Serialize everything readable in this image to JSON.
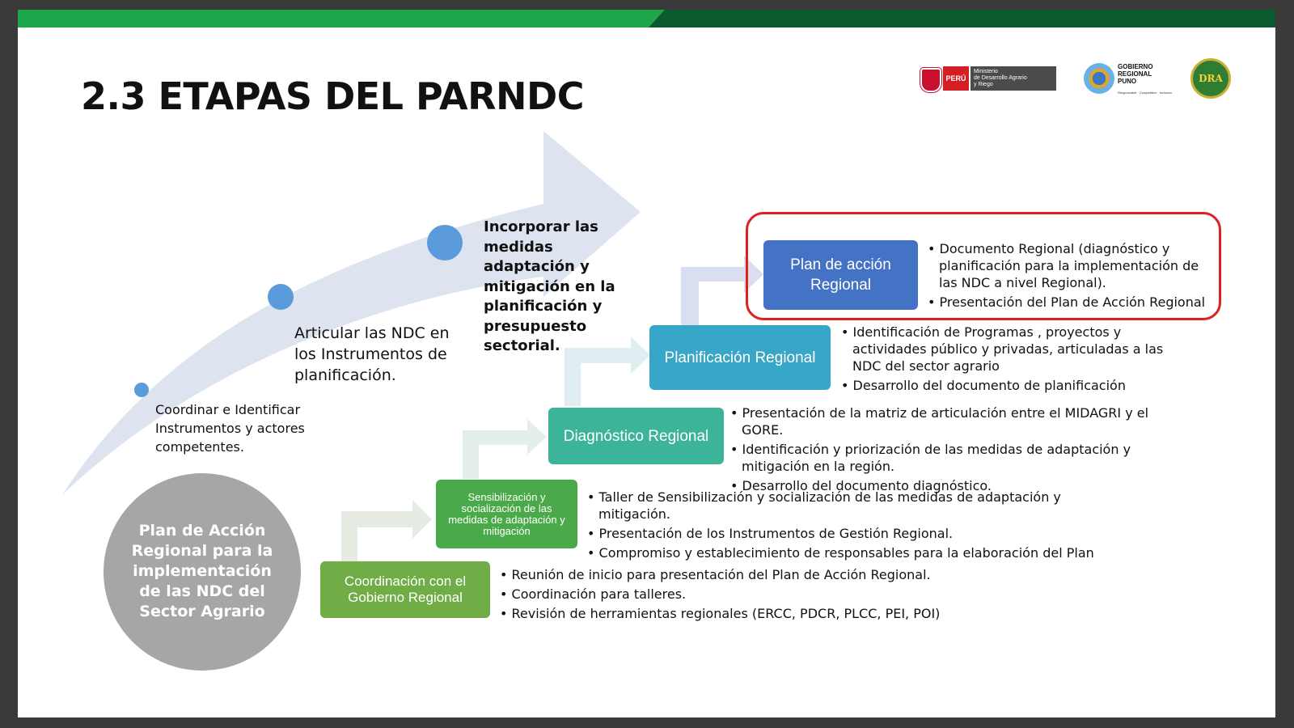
{
  "slide": {
    "title": "2.3 ETAPAS DEL PARNDC"
  },
  "logos": {
    "peru_label": "PERÚ",
    "ministry": "Ministerio\nde Desarrollo Agrario\ny Riego",
    "gore": "GOBIERNO\nREGIONAL\nPUNO",
    "gore_tagline": "Responsable · Competitivo · Inclusivo",
    "dra": "DRA"
  },
  "arrow": {
    "point1": "Coordinar e Identificar Instrumentos y actores competentes.",
    "point2": "Articular las NDC en los Instrumentos de planificación.",
    "point3": "Incorporar las medidas adaptación y mitigación  en la planificación y presupuesto sectorial."
  },
  "circle": {
    "label": "Plan de Acción Regional para la implementación de las NDC del Sector Agrario"
  },
  "stages": [
    {
      "label": "Coordinación con el Gobierno Regional",
      "color": "#70ad47",
      "bullets": [
        "Reunión de inicio para presentación del Plan de Acción Regional.",
        "Coordinación para talleres.",
        "Revisión de herramientas regionales (ERCC, PDCR, PLCC, PEI, POI)"
      ]
    },
    {
      "label": "Sensibilización y socialización de las medidas de adaptación y mitigación",
      "color": "#4aaa4a",
      "bullets": [
        "Taller de Sensibilización y socialización de las medidas de adaptación y mitigación.",
        "Presentación de los Instrumentos de Gestión Regional.",
        "Compromiso y establecimiento de responsables para la elaboración del Plan"
      ]
    },
    {
      "label": "Diagnóstico Regional",
      "color": "#3bb49a",
      "bullets": [
        "Presentación de la matriz de articulación entre el MIDAGRI y el GORE.",
        "Identificación y priorización de las medidas de adaptación y mitigación en la región.",
        "Desarrollo del documento diagnóstico."
      ]
    },
    {
      "label": "Planificación Regional",
      "color": "#38a6c6",
      "bullets": [
        "Identificación de Programas , proyectos y actividades público y privadas, articuladas a las NDC del sector agrario",
        "Desarrollo del documento de planificación"
      ]
    },
    {
      "label": "Plan de acción Regional",
      "color": "#4472c4",
      "bullets": [
        "Documento Regional (diagnóstico y planificación para la implementación de las NDC a nivel Regional).",
        "Presentación del Plan de Acción Regional"
      ]
    }
  ]
}
